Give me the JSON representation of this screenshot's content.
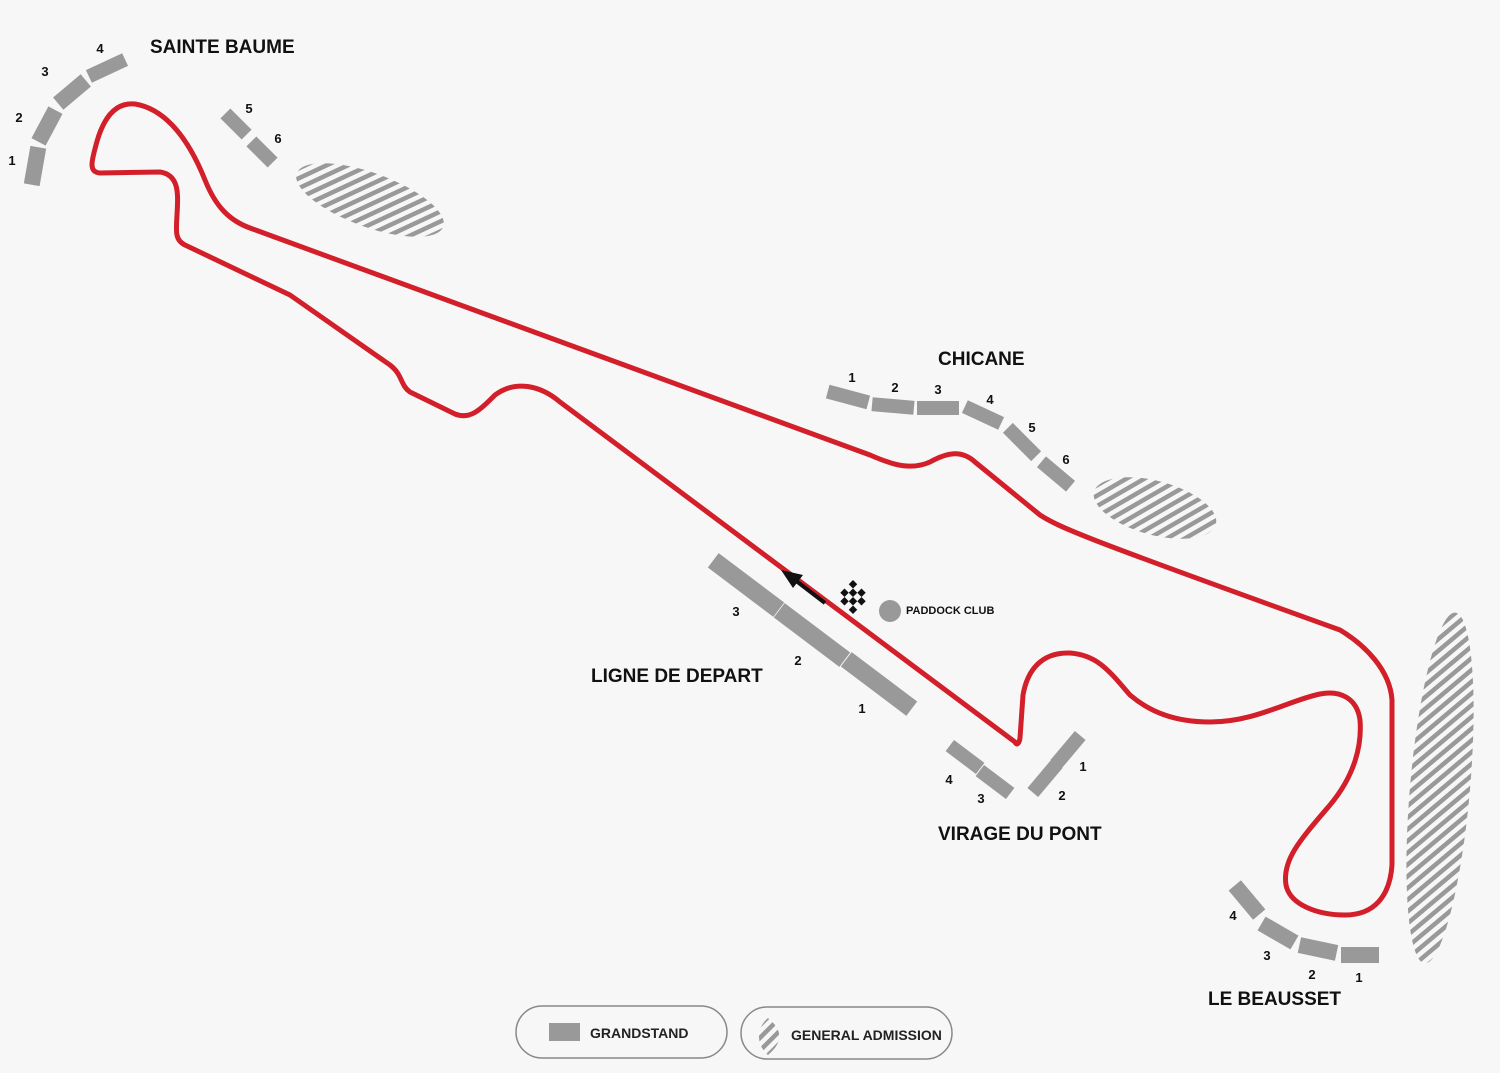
{
  "colors": {
    "track": "#d21f2a",
    "stand": "#999999",
    "background": "#f7f7f8"
  },
  "sections": {
    "sainte_baume": {
      "label": "SAINTE BAUME",
      "stands": [
        "1",
        "2",
        "3",
        "4",
        "5",
        "6"
      ]
    },
    "chicane": {
      "label": "CHICANE",
      "stands": [
        "1",
        "2",
        "3",
        "4",
        "5",
        "6"
      ]
    },
    "ligne_de_depart": {
      "label": "LIGNE DE DEPART",
      "stands": [
        "1",
        "2",
        "3"
      ]
    },
    "virage_du_pont": {
      "label": "VIRAGE DU PONT",
      "stands": [
        "1",
        "2",
        "3",
        "4"
      ]
    },
    "le_beausset": {
      "label": "LE BEAUSSET",
      "stands": [
        "1",
        "2",
        "3",
        "4"
      ]
    }
  },
  "paddock": {
    "label": "PADDOCK CLUB"
  },
  "legend": {
    "grandstand": "GRANDSTAND",
    "general_admission": "GENERAL ADMISSION"
  }
}
